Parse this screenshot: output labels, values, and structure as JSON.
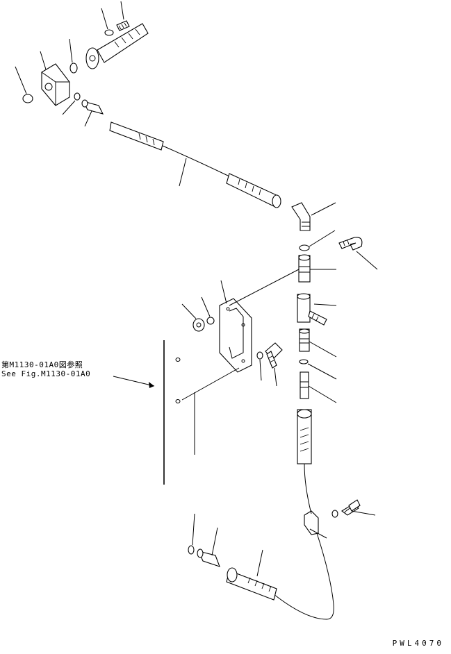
{
  "diagram": {
    "reference_note_jp": "第M1130-01A0図参照",
    "reference_note_en": "See Fig.M1130-01A0",
    "drawing_code": "PWL4070"
  }
}
